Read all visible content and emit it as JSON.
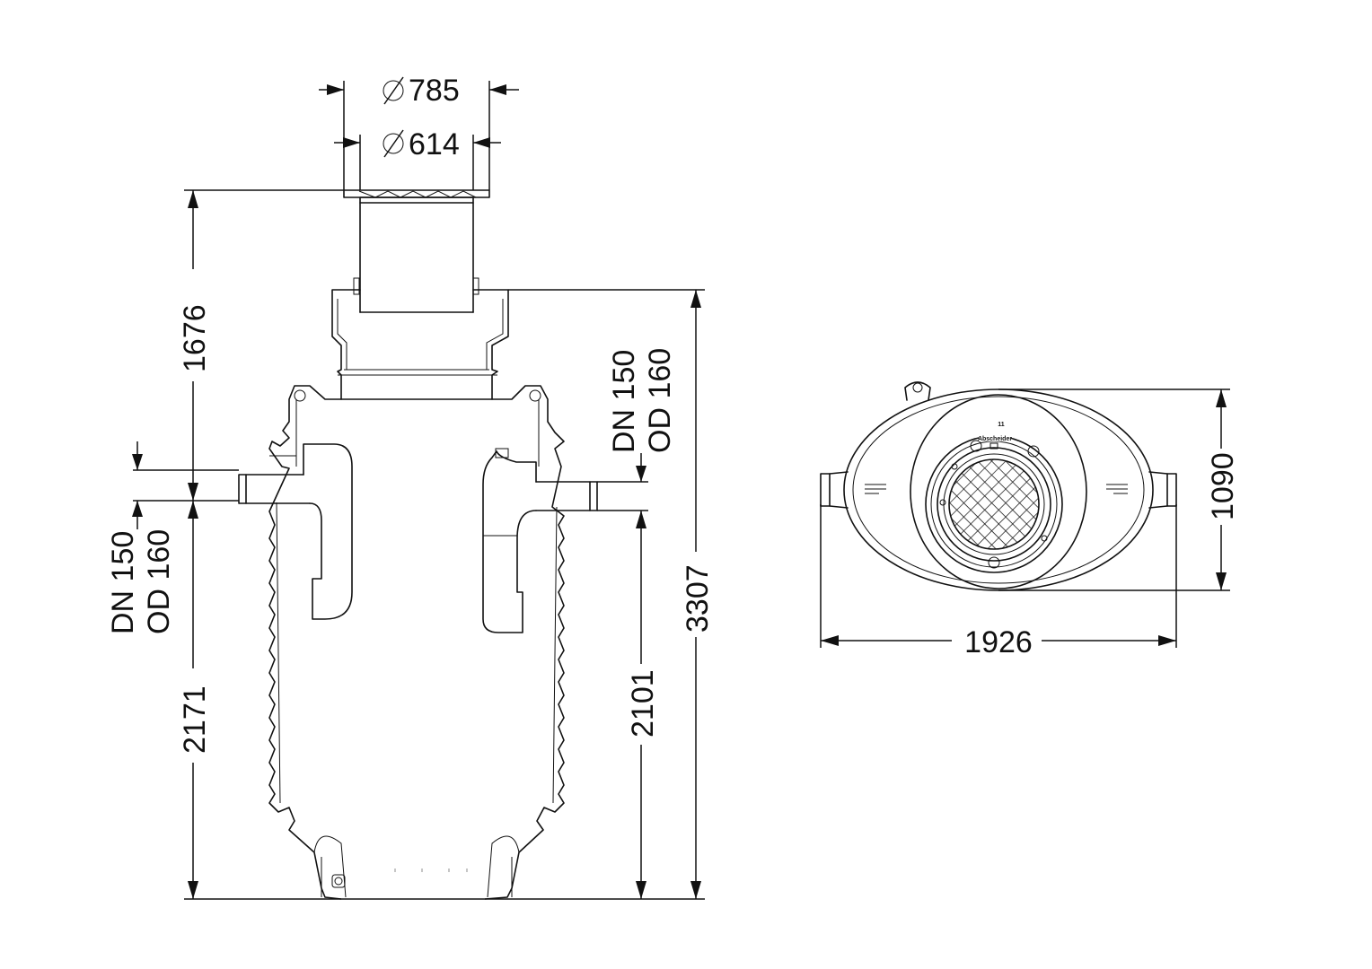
{
  "side_view": {
    "dim_outer_diameter": "785",
    "dim_inner_diameter": "614",
    "dim_cover_height": "1676",
    "dim_inlet_height": "2171",
    "dim_outlet_height": "2101",
    "dim_total_height": "3307",
    "inlet": {
      "line1": "DN 150",
      "line2": "OD 160"
    },
    "outlet": {
      "line1": "DN 150",
      "line2": "OD 160"
    }
  },
  "top_view": {
    "dim_length": "1926",
    "dim_width": "1090",
    "cover_text": "Abscheider",
    "cover_number": "11"
  }
}
